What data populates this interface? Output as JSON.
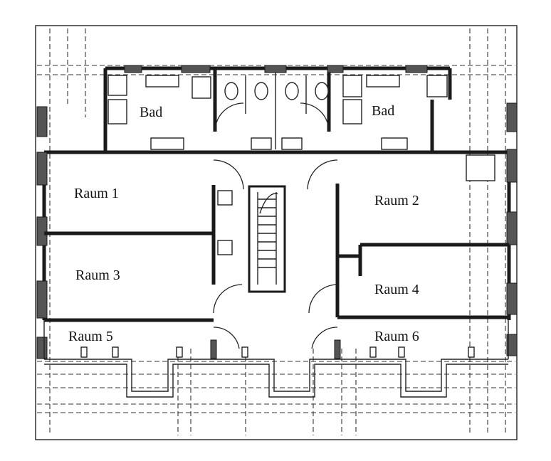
{
  "rooms": {
    "bad_left": "Bad",
    "bad_right": "Bad",
    "raum1": "Raum 1",
    "raum2": "Raum 2",
    "raum3": "Raum 3",
    "raum4": "Raum 4",
    "raum5": "Raum 5",
    "raum6": "Raum 6"
  }
}
